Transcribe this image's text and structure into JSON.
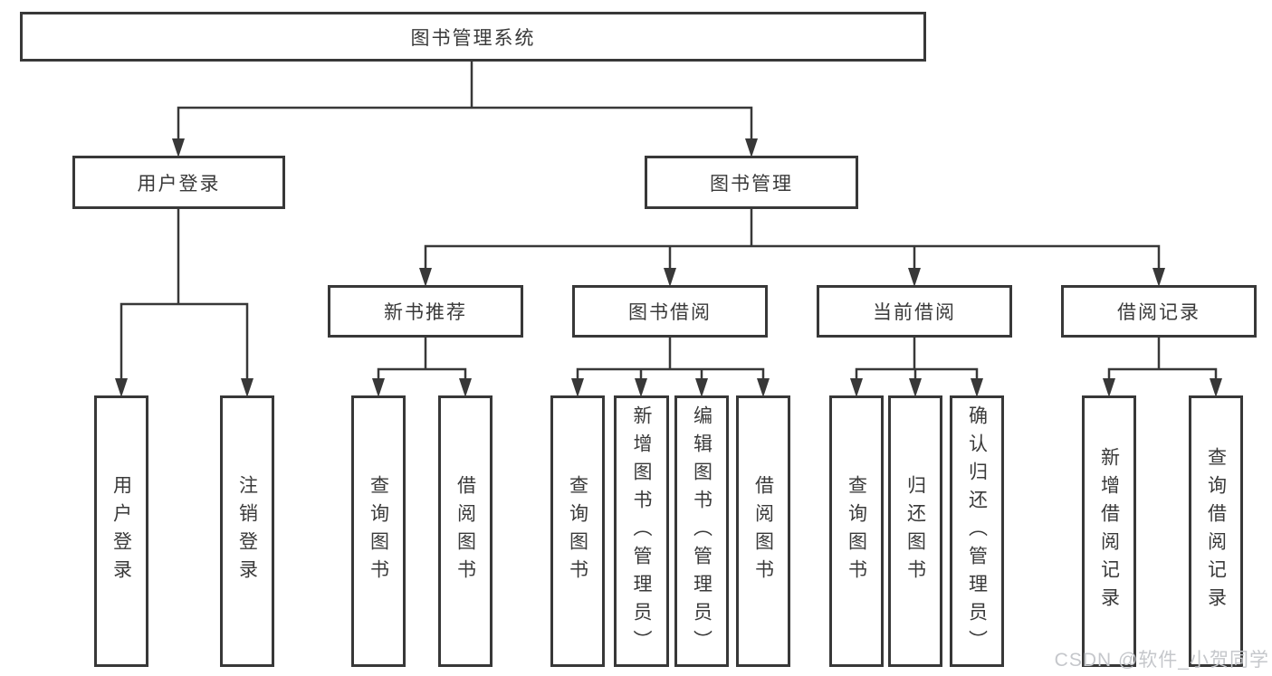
{
  "title": "图书管理系统",
  "level2": {
    "user_login": "用户登录",
    "book_mgmt": "图书管理"
  },
  "level3": {
    "new_books": "新书推荐",
    "borrowing": "图书借阅",
    "current": "当前借阅",
    "records": "借阅记录"
  },
  "leaves": {
    "user": [
      "用户登录",
      "注销登录"
    ],
    "new_books": [
      "查询图书",
      "借阅图书"
    ],
    "borrowing": [
      "查询图书",
      "新增图书（管理员）",
      "编辑图书（管理员）",
      "借阅图书"
    ],
    "current": [
      "查询图书",
      "归还图书",
      "确认归还（管理员）"
    ],
    "records": [
      "新增借阅记录",
      "查询借阅记录"
    ]
  },
  "watermark": "CSDN @软件_小贺同学",
  "colors": {
    "line": "#383838",
    "text": "#3a3a3a",
    "watermark": "#c5c7cb",
    "background": "#ffffff"
  }
}
